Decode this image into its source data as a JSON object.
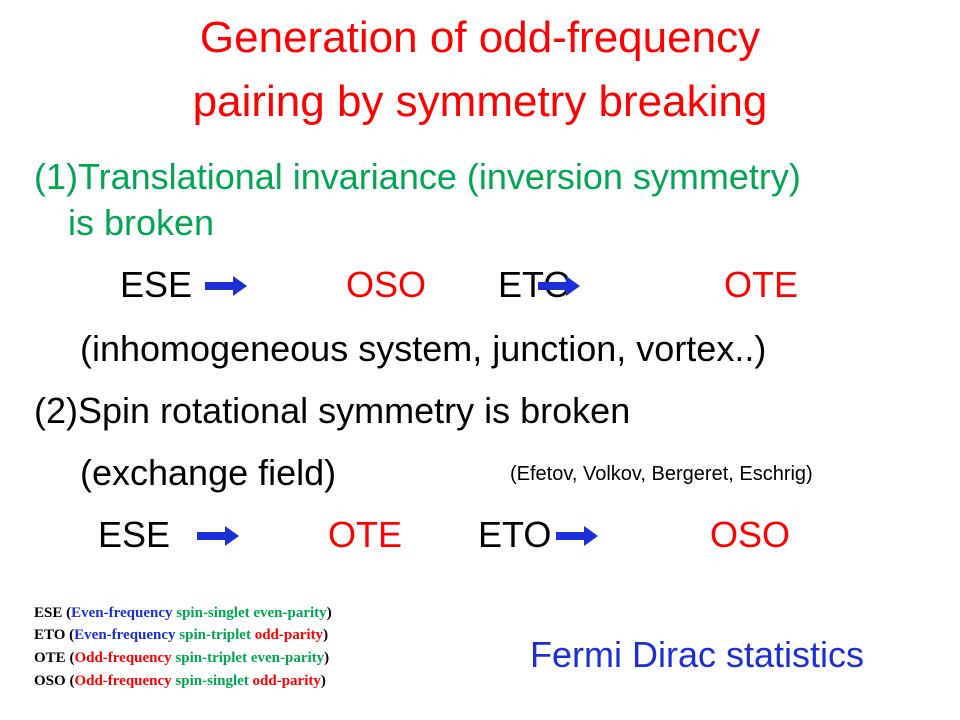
{
  "title": {
    "line1": "Generation of odd-frequency",
    "line2": "pairing by symmetry breaking"
  },
  "item1": {
    "line1": "(1)Translational invariance (inversion symmetry)",
    "line2": "is broken",
    "examples": "(inhomogeneous system, junction, vortex..)",
    "transitions": [
      {
        "from": "ESE",
        "to": "OSO"
      },
      {
        "from": "ETO",
        "to": "OTE"
      }
    ]
  },
  "item2": {
    "line1": "(2)Spin rotational symmetry is broken",
    "line2": "(exchange field)",
    "reference": "(Efetov, Volkov, Bergeret, Eschrig)",
    "transitions": [
      {
        "from": "ESE",
        "to": "OTE"
      },
      {
        "from": "ETO",
        "to": "OSO"
      }
    ]
  },
  "legend": [
    {
      "abbr": "ESE",
      "open": " (",
      "freq": "Even-frequency",
      "spin": " spin-singlet",
      "parity": " even-parity",
      "close": ")"
    },
    {
      "abbr": "ETO",
      "open": " (",
      "freq": "Even-frequency",
      "spin": " spin-triplet",
      "parity": " odd-parity",
      "close": ")"
    },
    {
      "abbr": "OTE",
      "open": " (",
      "freq": "Odd-frequency",
      "spin": " spin-triplet",
      "parity": " even-parity",
      "close": ")"
    },
    {
      "abbr": "OSO",
      "open": " (",
      "freq": "Odd-frequency",
      "spin": " spin-singlet",
      "parity": " odd-parity",
      "close": ")"
    }
  ],
  "footer": "Fermi Dirac statistics",
  "colors": {
    "title": "#ff0000",
    "item1": "#00a651",
    "odd": "#ff0000",
    "arrow": "#1a2fd6",
    "footer": "#1a2fd6"
  }
}
